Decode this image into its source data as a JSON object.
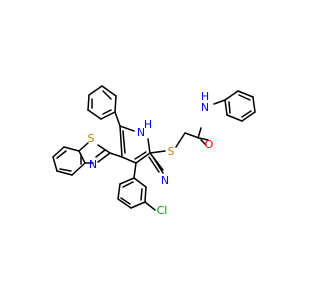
{
  "colors": {
    "bond": "#000000",
    "carbon": "#000000",
    "nitrogen": "#0000ff",
    "oxygen": "#ff0000",
    "sulfur": "#b8860b",
    "chlorine": "#00a000"
  },
  "atoms": {
    "nh_amide": "N",
    "nh_amide_h": "H",
    "o_carbonyl": "O",
    "s_thioether": "S",
    "nh_ring": "N",
    "nh_ring_h": "H",
    "s_thiazole": "S",
    "n_thiazole": "N",
    "n_nitrile": "N",
    "cl": "Cl"
  }
}
